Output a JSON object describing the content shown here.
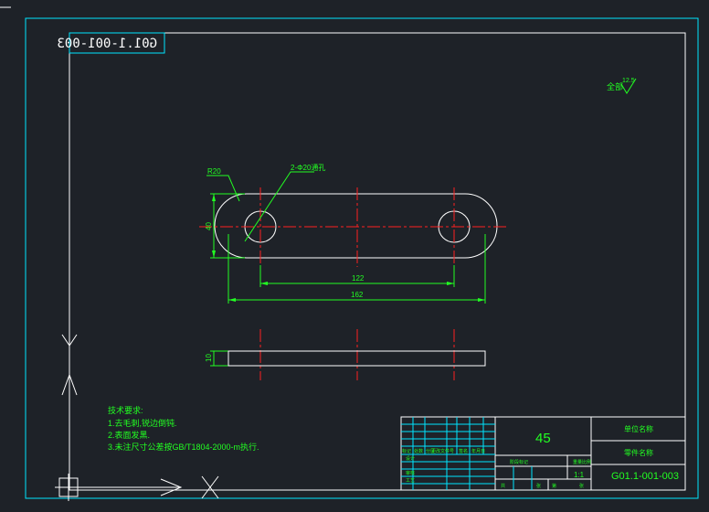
{
  "drawing": {
    "mirrored_code": "G01.1-001-003",
    "roughness": {
      "label": "全部",
      "value": "12.5"
    },
    "callouts": {
      "radius": "R20",
      "holes": "2-Φ20通孔"
    },
    "dimensions": {
      "height": "40",
      "center_distance": "122",
      "overall_length": "162",
      "thickness": "10"
    },
    "tech_requirements": [
      "技术要求:",
      "1.去毛刺,锐边倒钝.",
      "2.表面发黑.",
      "3.未注尺寸公差按GB/T1804-2000-m执行."
    ],
    "title_block": {
      "material": "45",
      "part_name": "单位名称",
      "drawing_name": "零件名称",
      "drawing_code": "G01.1-001-003",
      "scale": "1:1",
      "header_labels": [
        "标记",
        "处数",
        "分区",
        "更改文件号",
        "签名",
        "年月日"
      ],
      "row_labels": [
        "设计",
        "审核",
        "工艺"
      ],
      "stage_labels": [
        "阶段标记",
        "重量",
        "比例"
      ],
      "bottom_labels": [
        "共",
        "张",
        "第",
        "张"
      ]
    },
    "colors": {
      "background": "#1e2228",
      "frame": "#00e5ff",
      "lines": "#ffffff",
      "dims": "#22ff22",
      "center": "#ff2020"
    }
  }
}
